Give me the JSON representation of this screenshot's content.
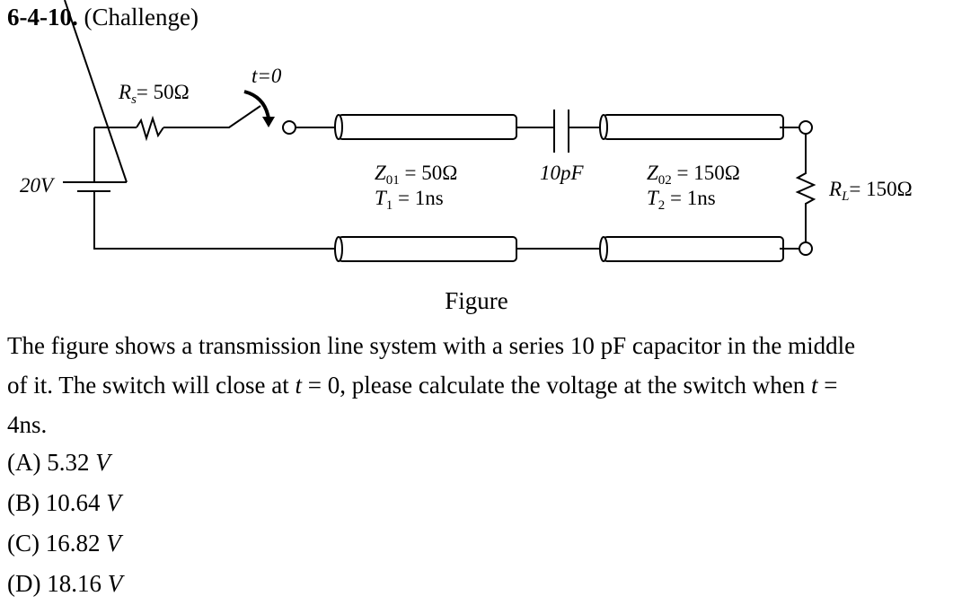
{
  "problem": {
    "number": "6-4-10.",
    "tag": "(Challenge)"
  },
  "figure": {
    "source_voltage": "20V",
    "rs_label": "R",
    "rs_sub": "s",
    "rs_value": "= 50Ω",
    "switch_label": "t=0",
    "line1": {
      "z_label": "Z",
      "z_sub": "01",
      "z_value": " = 50Ω",
      "t_label": "T",
      "t_sub": "1",
      "t_value": " = 1ns"
    },
    "capacitor": "10pF",
    "line2": {
      "z_label": "Z",
      "z_sub": "02",
      "z_value": " = 150Ω",
      "t_label": "T",
      "t_sub": "2",
      "t_value": " = 1ns"
    },
    "rl_label": "R",
    "rl_sub": "L",
    "rl_value": "= 150Ω",
    "caption": "Figure"
  },
  "question": {
    "line1": "The figure shows a transmission line system with a series 10 pF capacitor in the middle",
    "line2a": "of it. The switch will close at ",
    "t_var": "t",
    "line2b": " = 0, please calculate the voltage at the switch when ",
    "line2c": " =",
    "line3": "4ns."
  },
  "options": [
    {
      "letter": "(A)",
      "value": "5.32",
      "unit": "V"
    },
    {
      "letter": "(B)",
      "value": "10.64",
      "unit": "V"
    },
    {
      "letter": "(C)",
      "value": "16.82",
      "unit": "V"
    },
    {
      "letter": "(D)",
      "value": "18.16",
      "unit": "V"
    }
  ]
}
